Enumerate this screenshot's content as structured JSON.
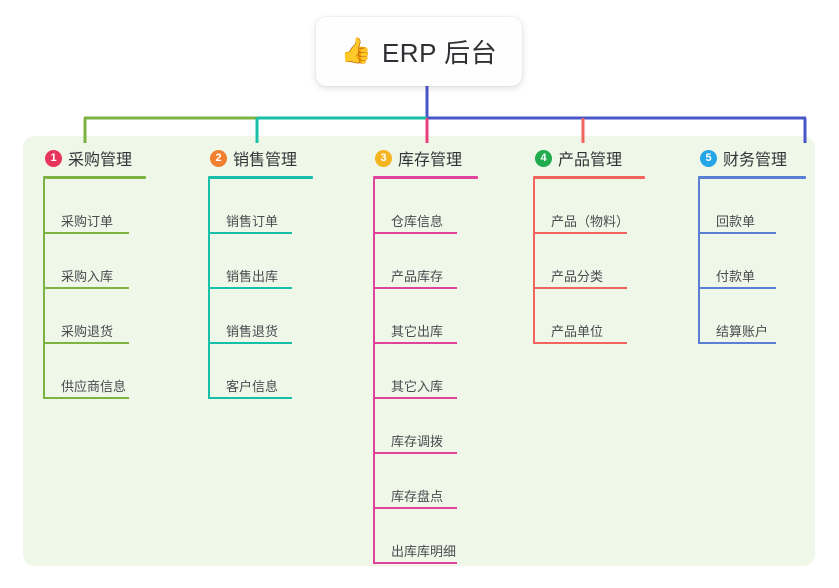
{
  "diagram": {
    "title": "ERP 后台",
    "root": {
      "icon": "thumbs-up-icon",
      "icon_glyph": "👍",
      "label": "ERP 后台",
      "stem_color": "#4a55c7"
    },
    "panel_color": "#eef7e8",
    "bus_segments": [
      {
        "color": "#7cb342"
      },
      {
        "color": "#18bfa8"
      },
      {
        "color": "#4a55c7"
      }
    ],
    "columns": [
      {
        "number": "1",
        "title": "采购管理",
        "badge_color": "#e8355c",
        "line_color": "#7cb342",
        "drop_color": "#7cb342",
        "items": [
          "采购订单",
          "采购入库",
          "采购退货",
          "供应商信息"
        ]
      },
      {
        "number": "2",
        "title": "销售管理",
        "badge_color": "#f08030",
        "line_color": "#18bfa8",
        "drop_color": "#18bfa8",
        "items": [
          "销售订单",
          "销售出库",
          "销售退货",
          "客户信息"
        ]
      },
      {
        "number": "3",
        "title": "库存管理",
        "badge_color": "#f5b521",
        "line_color": "#e0449a",
        "drop_color": "#e8407f",
        "items": [
          "仓库信息",
          "产品库存",
          "其它出库",
          "其它入库",
          "库存调拨",
          "库存盘点",
          "出库库明细"
        ]
      },
      {
        "number": "4",
        "title": "产品管理",
        "badge_color": "#20ab4f",
        "line_color": "#f4645f",
        "drop_color": "#f4645f",
        "items": [
          "产品（物料）",
          "产品分类",
          "产品单位"
        ]
      },
      {
        "number": "5",
        "title": "财务管理",
        "badge_color": "#24a5e8",
        "line_color": "#5b7fd4",
        "drop_color": "#4a55c7",
        "items": [
          "回款单",
          "付款单",
          "结算账户"
        ]
      }
    ]
  }
}
